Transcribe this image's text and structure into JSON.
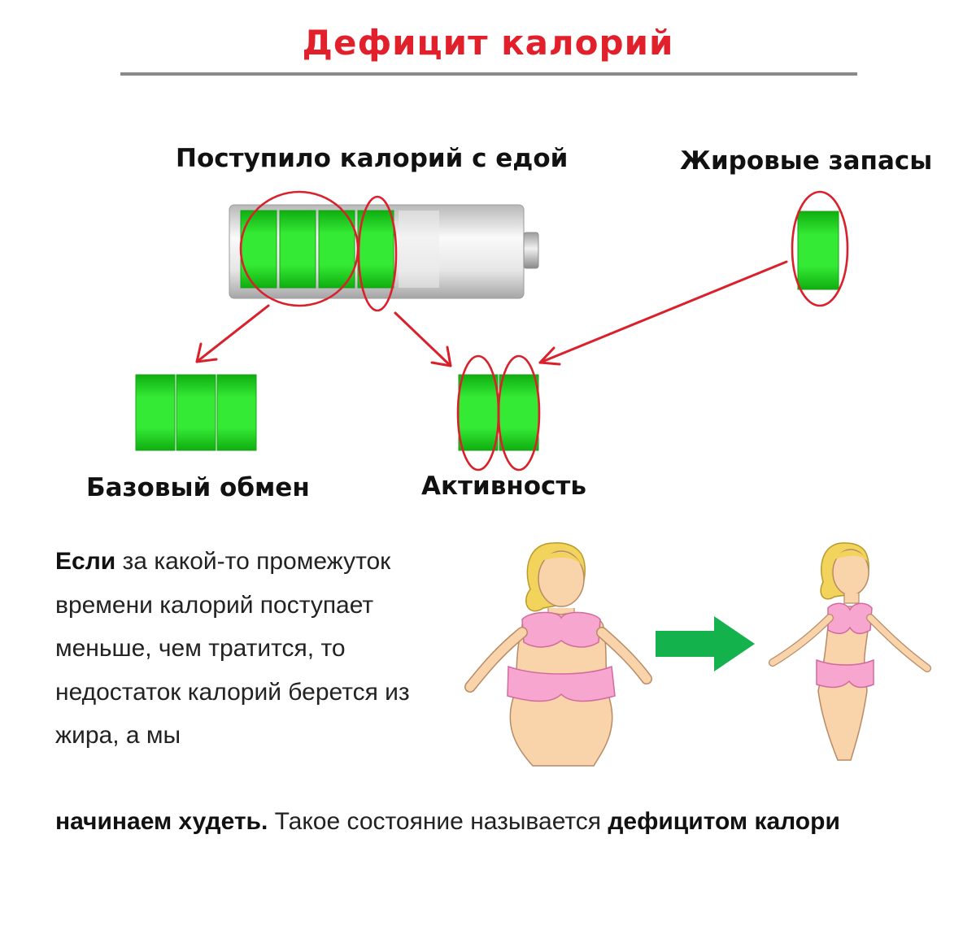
{
  "title": "Дефицит калорий",
  "labels": {
    "intake": "Поступило калорий с едой",
    "fat": "Жировые запасы",
    "basal": "Базовый обмен",
    "activity": "Активность"
  },
  "paragraph": {
    "p1_bold": "Если",
    "p1_text": " за какой-то промежуток времени калорий поступает меньше, чем тратится, то недостаток калорий берется из жира, а мы",
    "p2_bold": "начинаем худеть.",
    "p2_text": " Такое состояние называется ",
    "p2_bold2": "дефицитом калори"
  },
  "battery": {
    "total_cells": 5,
    "filled_cells": 4
  },
  "colors": {
    "accent_red": "#e2202b",
    "cell_green": "#2fe62f",
    "arrow_green": "#14b24c",
    "skin": "#f9d3aa",
    "swimsuit": "#f6a6cf",
    "hair": "#f2d45c"
  }
}
